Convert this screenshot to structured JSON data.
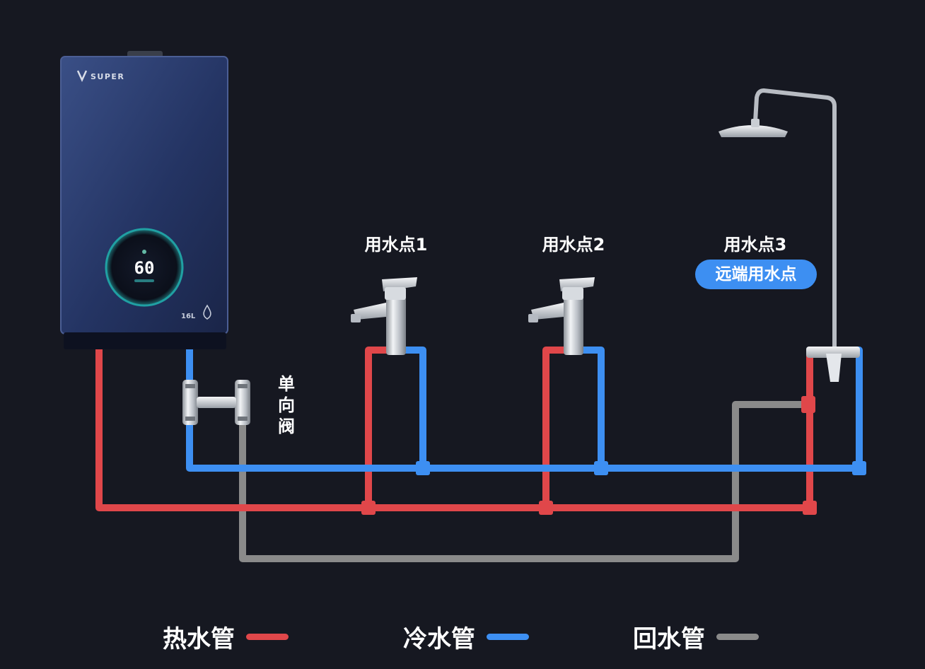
{
  "heater": {
    "brand": "SUPER",
    "display_temp": "60",
    "badge": "16L"
  },
  "points": [
    {
      "label": "用水点1"
    },
    {
      "label": "用水点2"
    },
    {
      "label": "用水点3",
      "badge": "远端用水点"
    }
  ],
  "valve": {
    "label": "单向阀"
  },
  "legend": [
    {
      "label": "热水管",
      "color": "#e0474a"
    },
    {
      "label": "冷水管",
      "color": "#3d8ff2"
    },
    {
      "label": "回水管",
      "color": "#8a8a8a"
    }
  ],
  "colors": {
    "hot": "#e0474a",
    "cold": "#3d8ff2",
    "return": "#8a8a8a",
    "badge": "#3d8ff2",
    "background": "#161821",
    "heater": "#2a3a6a"
  }
}
